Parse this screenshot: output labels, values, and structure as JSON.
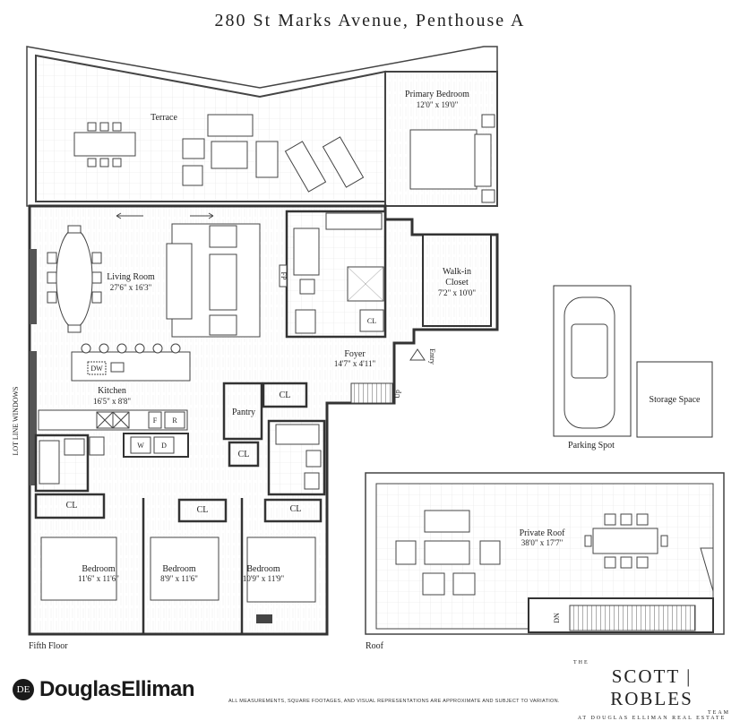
{
  "title": "280 St Marks Avenue, Penthouse A",
  "rooms": {
    "terrace": {
      "name": "Terrace"
    },
    "primary_bedroom": {
      "name": "Primary Bedroom",
      "dims": "12'0\" x 19'0\""
    },
    "living_room": {
      "name": "Living Room",
      "dims": "27'6\" x 16'3\""
    },
    "walkin_closet": {
      "name1": "Walk-in",
      "name2": "Closet",
      "dims": "7'2\" x 10'0\""
    },
    "foyer": {
      "name": "Foyer",
      "dims": "14'7\" x 4'11\""
    },
    "kitchen": {
      "name": "Kitchen",
      "dims": "16'5\" x 8'8\""
    },
    "pantry": {
      "name": "Pantry"
    },
    "bedroom1": {
      "name": "Bedroom",
      "dims": "11'6\" x 11'6\""
    },
    "bedroom2": {
      "name": "Bedroom",
      "dims": "8'9\" x 11'6\""
    },
    "bedroom3": {
      "name": "Bedroom",
      "dims": "10'9\" x 11'9\""
    },
    "private_roof": {
      "name": "Private Roof",
      "dims": "38'0\" x 17'7\""
    },
    "parking": {
      "name": "Parking Spot"
    },
    "storage": {
      "name": "Storage Space"
    }
  },
  "fixtures": {
    "cl": "CL",
    "dw": "DW",
    "fp": "FP",
    "washer": "W",
    "dryer": "D",
    "fridge": "F",
    "range": "R",
    "up": "Up",
    "dn": "DN",
    "entry": "Entry"
  },
  "side_label": "LOT LINE WINDOWS",
  "floors": {
    "fifth": "Fifth Floor",
    "roof": "Roof"
  },
  "disclaimer": "ALL MEASUREMENTS, SQUARE FOOTAGES, AND VISUAL REPRESENTATIONS ARE APPROXIMATE AND SUBJECT TO VARIATION.",
  "brand_left": {
    "logo": "DE",
    "name": "DouglasElliman"
  },
  "brand_right": {
    "the": "THE",
    "name": "SCOTT | ROBLES",
    "team": "TEAM",
    "sub": "AT DOUGLAS ELLIMAN REAL ESTATE"
  }
}
